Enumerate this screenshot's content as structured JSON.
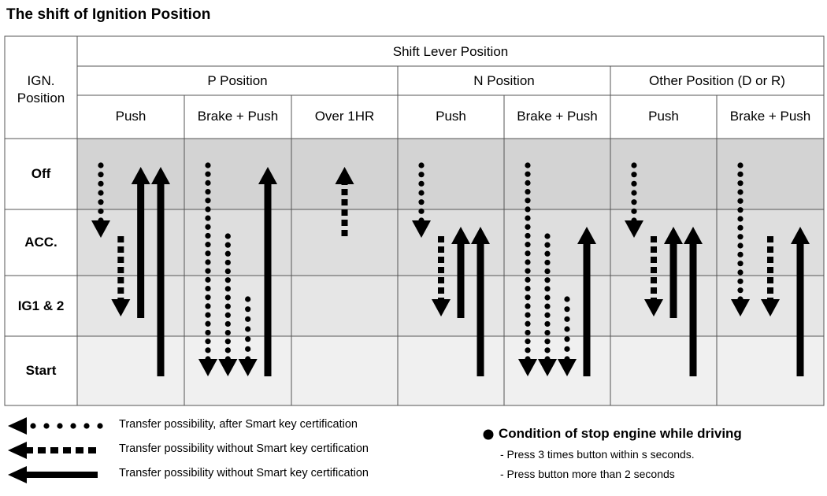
{
  "title": "The shift of Ignition Position",
  "table": {
    "corner_label": "IGN. Position",
    "group_header": "Shift Lever Position",
    "positions": [
      {
        "label": "P Position",
        "columns": [
          "Push",
          "Brake + Push",
          "Over 1HR"
        ]
      },
      {
        "label": "N Position",
        "columns": [
          "Push",
          "Brake + Push"
        ]
      },
      {
        "label": "Other Position (D or R)",
        "columns": [
          "Push",
          "Brake + Push"
        ]
      }
    ],
    "rows": [
      "Off",
      "ACC.",
      "IG1 & 2",
      "Start"
    ],
    "row_colors": [
      "#d3d3d3",
      "#dedede",
      "#e6e6e6",
      "#f0f0f0"
    ]
  },
  "transitions": [
    {
      "column": "P Position / Push",
      "from": "Off",
      "to": "ACC.",
      "style": "dotted"
    },
    {
      "column": "P Position / Push",
      "from": "ACC.",
      "to": "IG1 & 2",
      "style": "dashed"
    },
    {
      "column": "P Position / Push",
      "from": "IG1 & 2",
      "to": "Off",
      "style": "solid"
    },
    {
      "column": "P Position / Push",
      "from": "Start",
      "to": "Off",
      "style": "solid"
    },
    {
      "column": "P Position / Brake + Push",
      "from": "Off",
      "to": "Start",
      "style": "dotted"
    },
    {
      "column": "P Position / Brake + Push",
      "from": "ACC.",
      "to": "Start",
      "style": "dotted"
    },
    {
      "column": "P Position / Brake + Push",
      "from": "IG1 & 2",
      "to": "Start",
      "style": "dotted"
    },
    {
      "column": "P Position / Brake + Push",
      "from": "Start",
      "to": "Off",
      "style": "solid"
    },
    {
      "column": "P Position / Over 1HR",
      "from": "ACC.",
      "to": "Off",
      "style": "dashed"
    },
    {
      "column": "N Position / Push",
      "from": "Off",
      "to": "ACC.",
      "style": "dotted"
    },
    {
      "column": "N Position / Push",
      "from": "ACC.",
      "to": "IG1 & 2",
      "style": "dashed"
    },
    {
      "column": "N Position / Push",
      "from": "IG1 & 2",
      "to": "ACC.",
      "style": "solid"
    },
    {
      "column": "N Position / Push",
      "from": "Start",
      "to": "ACC.",
      "style": "solid"
    },
    {
      "column": "N Position / Brake + Push",
      "from": "Off",
      "to": "Start",
      "style": "dotted"
    },
    {
      "column": "N Position / Brake + Push",
      "from": "ACC.",
      "to": "Start",
      "style": "dotted"
    },
    {
      "column": "N Position / Brake + Push",
      "from": "IG1 & 2",
      "to": "Start",
      "style": "dotted"
    },
    {
      "column": "N Position / Brake + Push",
      "from": "Start",
      "to": "ACC.",
      "style": "solid"
    },
    {
      "column": "Other Position (D or R) / Push",
      "from": "Off",
      "to": "ACC.",
      "style": "dotted"
    },
    {
      "column": "Other Position (D or R) / Push",
      "from": "ACC.",
      "to": "IG1 & 2",
      "style": "dashed"
    },
    {
      "column": "Other Position (D or R) / Push",
      "from": "IG1 & 2",
      "to": "ACC.",
      "style": "solid"
    },
    {
      "column": "Other Position (D or R) / Push",
      "from": "Start",
      "to": "ACC.",
      "style": "solid"
    },
    {
      "column": "Other Position (D or R) / Brake + Push",
      "from": "Off",
      "to": "IG1 & 2",
      "style": "dotted"
    },
    {
      "column": "Other Position (D or R) / Brake + Push",
      "from": "ACC.",
      "to": "IG1 & 2",
      "style": "dashed"
    },
    {
      "column": "Other Position (D or R) / Brake + Push",
      "from": "Start",
      "to": "ACC.",
      "style": "solid"
    }
  ],
  "legend": [
    {
      "style": "dotted",
      "text": "Transfer possibility, after Smart key certification"
    },
    {
      "style": "dashed",
      "text": "Transfer possibility without Smart key certification"
    },
    {
      "style": "solid",
      "text": "Transfer possibility without Smart key certification"
    }
  ],
  "condition": {
    "title": "Condition of stop engine while driving",
    "items": [
      "- Press 3 times button within s seconds.",
      "- Press button more than 2 seconds"
    ]
  }
}
